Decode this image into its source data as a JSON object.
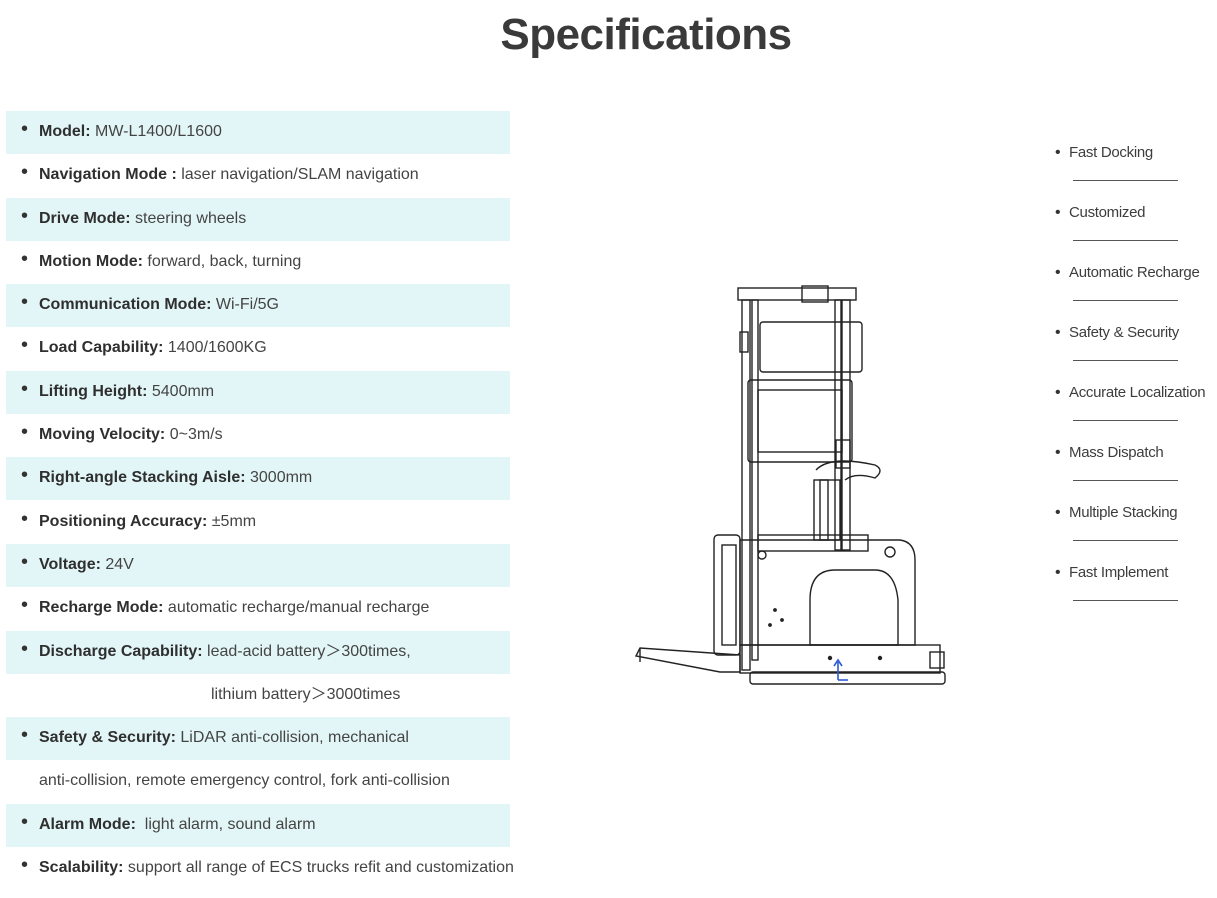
{
  "page": {
    "title": "Specifications"
  },
  "specs": [
    {
      "label": "Model:",
      "value": " MW-L1400/L1600",
      "shade": true
    },
    {
      "label": "Navigation Mode :",
      "value": " laser navigation/SLAM navigation",
      "shade": false
    },
    {
      "label": "Drive Mode:",
      "value": " steering wheels",
      "shade": true
    },
    {
      "label": "Motion Mode:",
      "value": " forward, back, turning",
      "shade": false
    },
    {
      "label": "Communication Mode:",
      "value": " Wi-Fi/5G",
      "shade": true
    },
    {
      "label": "Load Capability:",
      "value": " 1400/1600KG",
      "shade": false
    },
    {
      "label": "Lifting Height:",
      "value": " 5400mm",
      "shade": true
    },
    {
      "label": "Moving Velocity:",
      "value": " 0~3m/s",
      "shade": false
    },
    {
      "label": "Right-angle Stacking Aisle:",
      "value": " 3000mm",
      "shade": true
    },
    {
      "label": "Positioning Accuracy:",
      "value": " ±5mm",
      "shade": false
    },
    {
      "label": "Voltage:",
      "value": " 24V",
      "shade": true
    },
    {
      "label": "Recharge Mode:",
      "value": " automatic recharge/manual recharge",
      "shade": false
    },
    {
      "label": "Discharge Capability:",
      "value": " lead-acid battery＞300times,",
      "shade": true
    },
    {
      "continuation": "lithium battery＞3000times",
      "shade": false,
      "indent": "center"
    },
    {
      "label": "Safety & Security:",
      "value": " LiDAR anti-collision, mechanical",
      "shade": true
    },
    {
      "continuation": "anti-collision, remote emergency control, fork anti-collision",
      "shade": false,
      "indent": "text"
    },
    {
      "label": "Alarm Mode:",
      "value": "  light alarm, sound alarm",
      "shade": true
    },
    {
      "label": "Scalability:",
      "value": " support all range of ECS trucks refit and customization",
      "shade": false
    }
  ],
  "features": [
    "Fast Docking",
    "Customized",
    "Automatic Recharge",
    "Safety & Security",
    "Accurate Localization",
    "Mass Dispatch",
    "Multiple Stacking",
    "Fast Implement"
  ],
  "colors": {
    "shade": "#e3f6f7",
    "accent_arrow": "#2d5bd6"
  },
  "icons": {
    "bullet": "bullet-dot",
    "robot": "forklift-robot-drawing"
  }
}
